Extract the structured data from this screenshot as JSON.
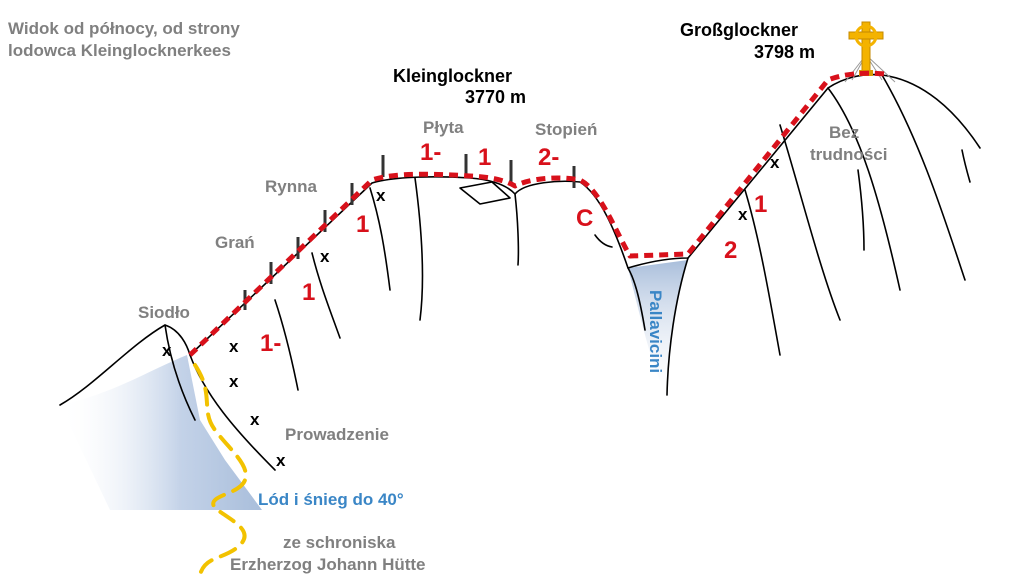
{
  "header": {
    "view_line1": "Widok od północy, od strony",
    "view_line2": "lodowca Kleinglocknerkees"
  },
  "peaks": {
    "kleinglockner_name": "Kleinglockner",
    "kleinglockner_height": "3770 m",
    "grossglockner_name": "Großglockner",
    "grossglockner_height": "3798 m"
  },
  "features": {
    "siodlo": "Siodło",
    "gran": "Grań",
    "rynna": "Rynna",
    "plyta": "Płyta",
    "stopien": "Stopień",
    "bez": "Bez",
    "trudnosci": "trudności",
    "prowadzenie": "Prowadzenie",
    "pallavicini": "Pallavicini",
    "ice": "Lód i śnieg do 40°",
    "from_line1": "ze schroniska",
    "from_line2": "Erzherzog Johann Hütte"
  },
  "grades": [
    "1-",
    "1",
    "1",
    "1-",
    "1",
    "2-",
    "C",
    "2",
    "1"
  ],
  "markers": {
    "x": "x"
  },
  "colors": {
    "route": "#d8111b",
    "grey_text": "#808080",
    "blue_text": "#3a86c6",
    "descent": "#f2c200",
    "cross": "#f4b300",
    "ice": "#a9bedb"
  }
}
